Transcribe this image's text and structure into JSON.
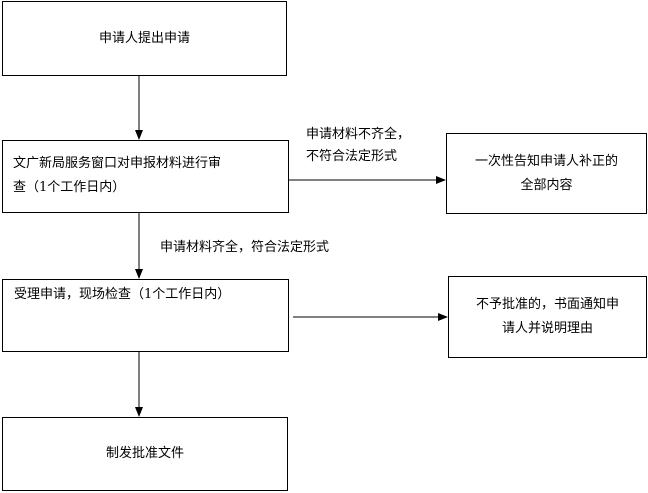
{
  "boxes": {
    "apply": "申请人提出申请",
    "review_line1": "文广新局服务窗口对申报材料进行审",
    "review_line2": "查（1个工作日内）",
    "notify_line1": "一次性告知申请人补正的",
    "notify_line2": "全部内容",
    "accept": "受理申请，现场检查（1个工作日内）",
    "reject_line1": "不予批准的，书面通知申",
    "reject_line2": "请人并说明理由",
    "issue": "制发批准文件"
  },
  "labels": {
    "incomplete_line1": "申请材料不齐全，",
    "incomplete_line2": "不符合法定形式",
    "complete": "申请材料齐全，符合法定形式"
  }
}
